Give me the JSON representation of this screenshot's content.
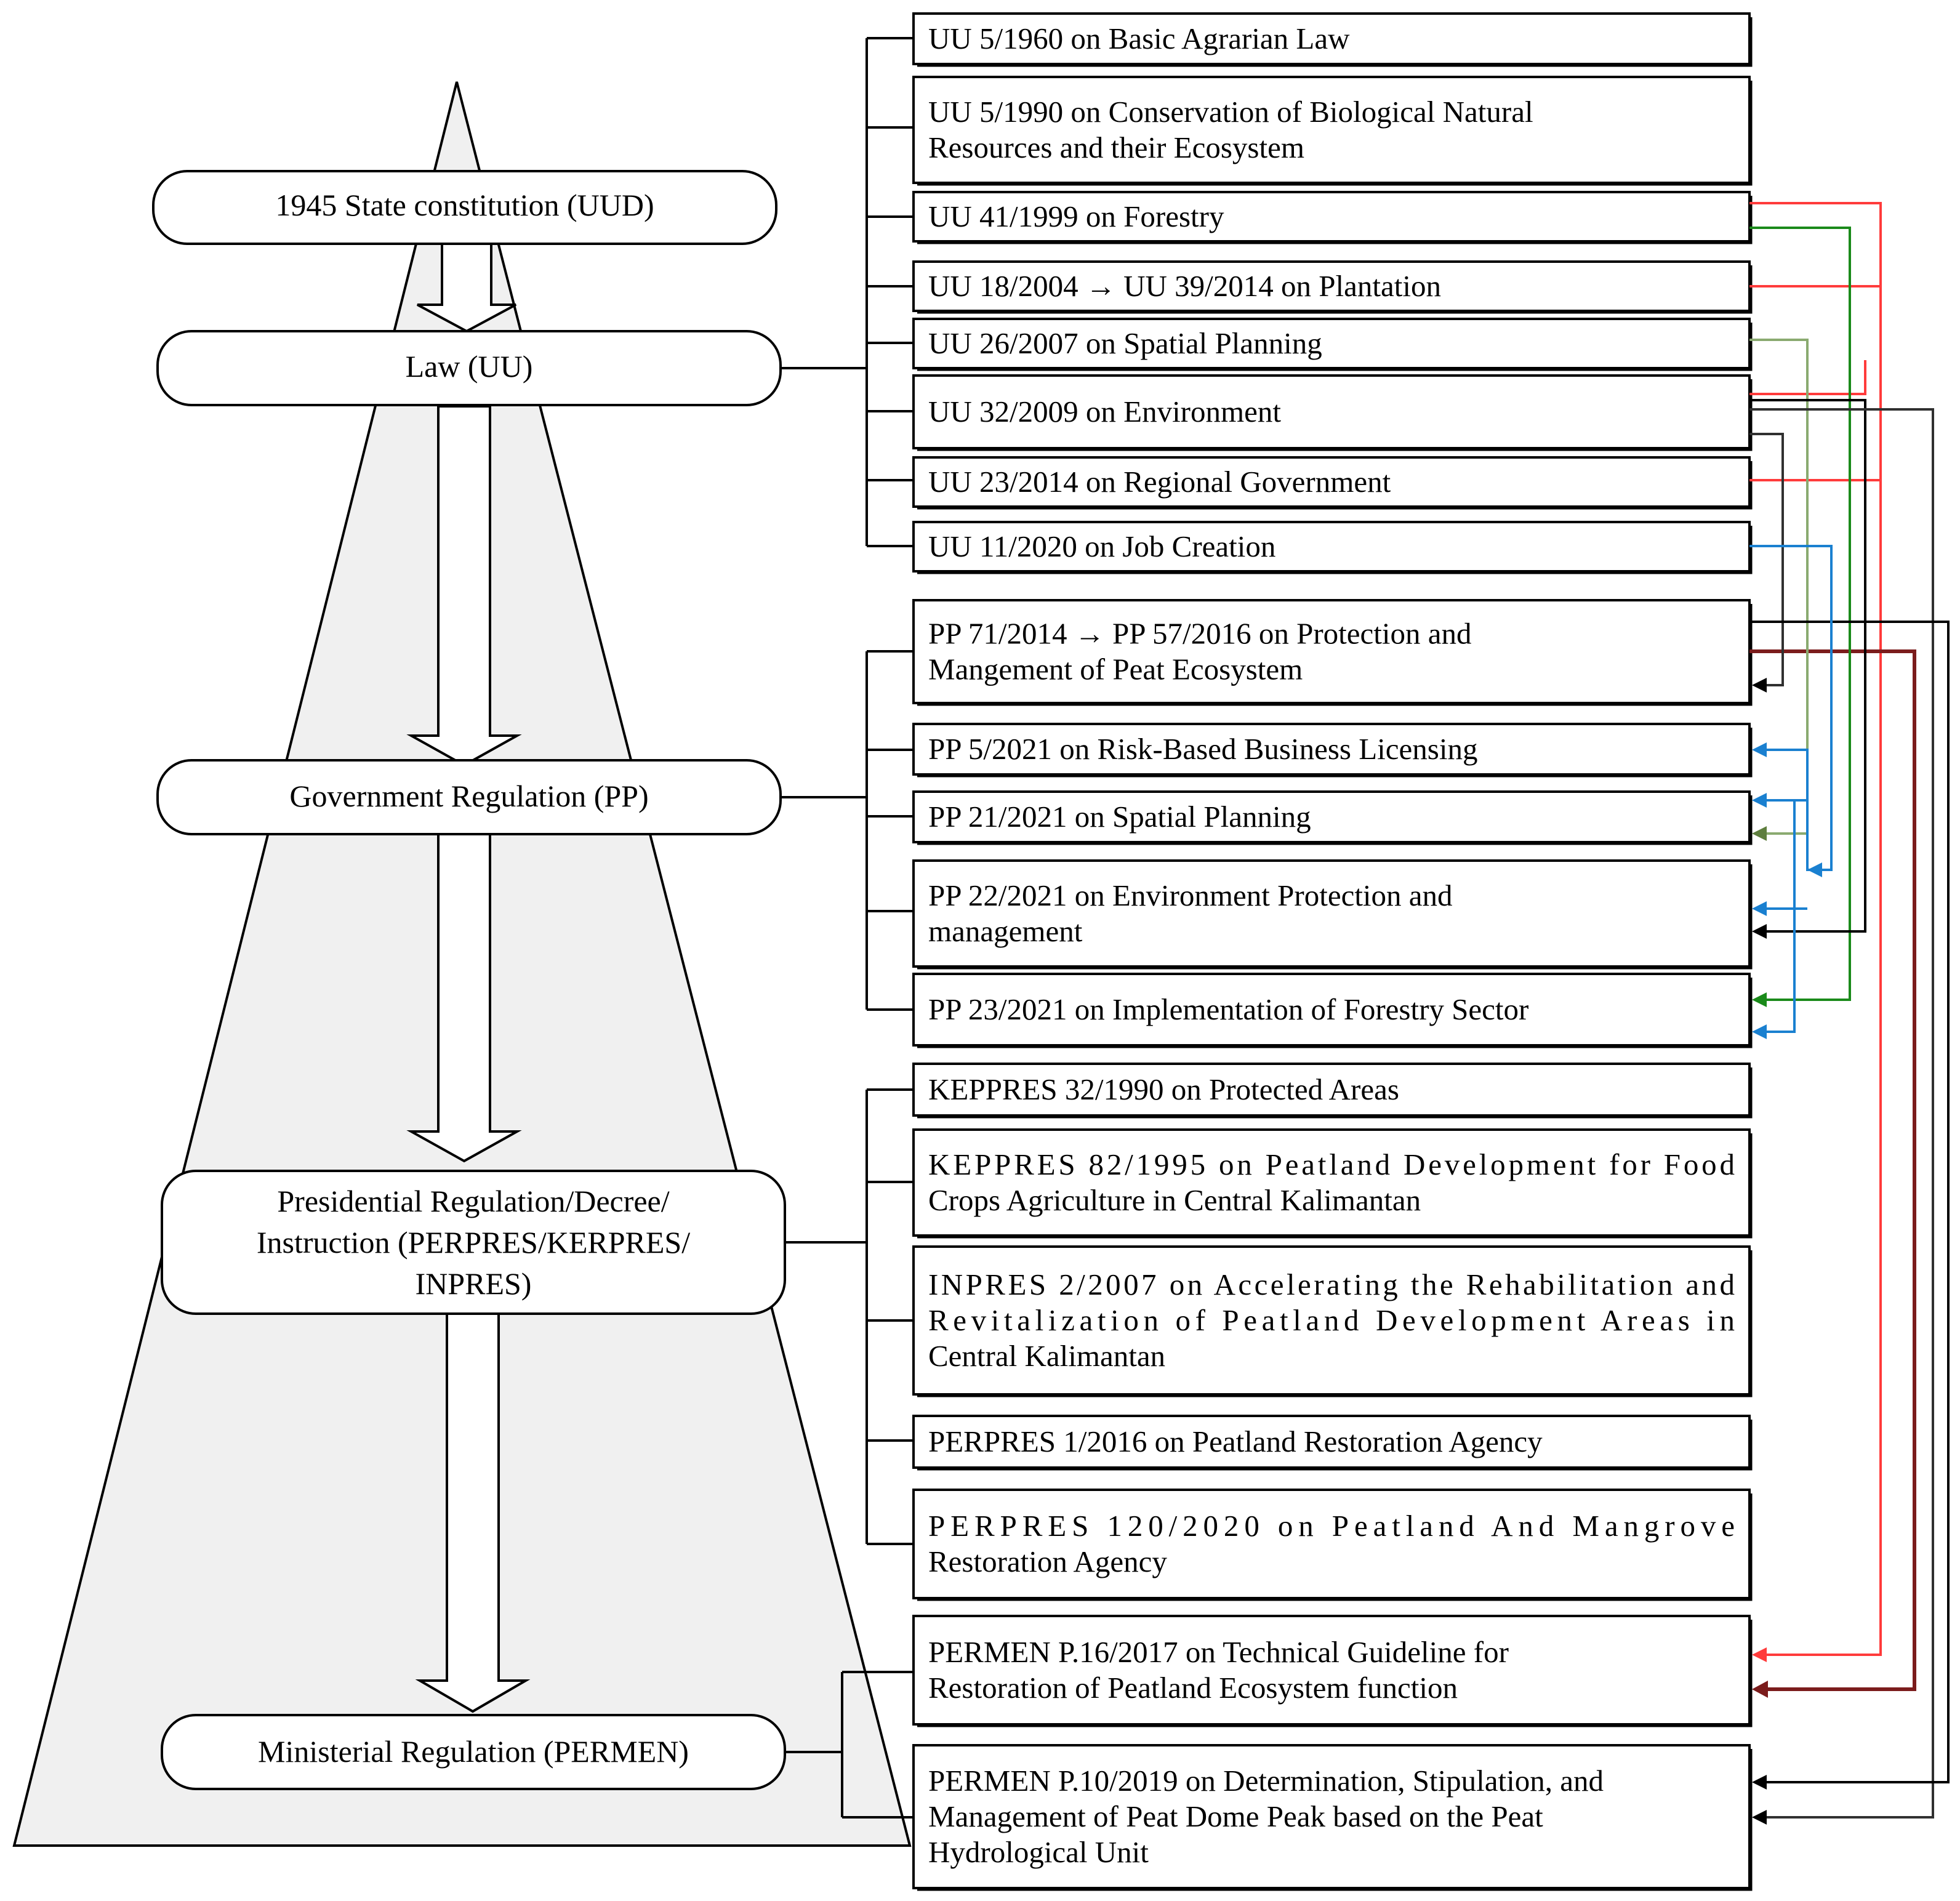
{
  "hierarchy_levels": [
    {
      "id": "uud",
      "label_lines": [
        "1945 State constitution (UUD)"
      ]
    },
    {
      "id": "uu",
      "label_lines": [
        "Law (UU)"
      ]
    },
    {
      "id": "pp",
      "label_lines": [
        "Government Regulation (PP)"
      ]
    },
    {
      "id": "perpres",
      "label_lines": [
        "Presidential Regulation/Decree/",
        "Instruction (PERPRES/KERPRES/",
        "INPRES)"
      ]
    },
    {
      "id": "permen",
      "label_lines": [
        "Ministerial Regulation (PERMEN)"
      ]
    }
  ],
  "regulations": [
    {
      "id": "uu5_1960",
      "level": "uu",
      "lines": [
        "UU 5/1960 on Basic Agrarian Law"
      ]
    },
    {
      "id": "uu5_1990",
      "level": "uu",
      "lines": [
        "UU 5/1990 on Conservation of Biological Natural",
        "Resources and their Ecosystem"
      ]
    },
    {
      "id": "uu41_1999",
      "level": "uu",
      "lines": [
        "UU 41/1999 on Forestry"
      ]
    },
    {
      "id": "uu18_2004",
      "level": "uu",
      "lines": [
        "UU 18/2004 → UU 39/2014 on Plantation"
      ]
    },
    {
      "id": "uu26_2007",
      "level": "uu",
      "lines": [
        "UU 26/2007 on Spatial Planning"
      ]
    },
    {
      "id": "uu32_2009",
      "level": "uu",
      "lines": [
        "UU 32/2009 on Environment"
      ]
    },
    {
      "id": "uu23_2014",
      "level": "uu",
      "lines": [
        "UU 23/2014 on Regional Government"
      ]
    },
    {
      "id": "uu11_2020",
      "level": "uu",
      "lines": [
        "UU 11/2020 on Job Creation"
      ]
    },
    {
      "id": "pp71_2014",
      "level": "pp",
      "lines": [
        "PP 71/2014 → PP 57/2016 on Protection and",
        "Mangement of Peat Ecosystem"
      ]
    },
    {
      "id": "pp5_2021",
      "level": "pp",
      "lines": [
        "PP 5/2021 on Risk-Based Business Licensing"
      ]
    },
    {
      "id": "pp21_2021",
      "level": "pp",
      "lines": [
        "PP 21/2021 on Spatial Planning"
      ]
    },
    {
      "id": "pp22_2021",
      "level": "pp",
      "lines": [
        "PP 22/2021 on Environment Protection and",
        "management"
      ]
    },
    {
      "id": "pp23_2021",
      "level": "pp",
      "lines": [
        "PP 23/2021 on Implementation of Forestry Sector"
      ]
    },
    {
      "id": "keppres32_1990",
      "level": "perpres",
      "lines": [
        "KEPPRES 32/1990 on Protected Areas"
      ]
    },
    {
      "id": "keppres82_1995",
      "level": "perpres",
      "lines": [
        "KEPPRES 82/1995 on Peatland Development for Food",
        "Crops Agriculture in Central Kalimantan"
      ]
    },
    {
      "id": "inpres2_2007",
      "level": "perpres",
      "lines": [
        "INPRES 2/2007 on Accelerating the Rehabilitation and",
        "Revitalization of Peatland Development Areas in",
        "Central Kalimantan"
      ]
    },
    {
      "id": "perpres1_2016",
      "level": "perpres",
      "lines": [
        "PERPRES 1/2016 on Peatland Restoration Agency"
      ]
    },
    {
      "id": "perpres120_2020",
      "level": "perpres",
      "lines": [
        "PERPRES 120/2020 on Peatland And Mangrove",
        "Restoration Agency"
      ]
    },
    {
      "id": "permen16_2017",
      "level": "permen",
      "lines": [
        "PERMEN P.16/2017 on Technical Guideline for",
        "Restoration of Peatland Ecosystem function"
      ]
    },
    {
      "id": "permen10_2019",
      "level": "permen",
      "lines": [
        "PERMEN P.10/2019 on Determination, Stipulation, and",
        "Management of Peat Dome Peak based on the Peat",
        "Hydrological Unit"
      ]
    }
  ],
  "colors": {
    "pyramid_fill": "#f0f0f0",
    "outline": "#000000",
    "red": "#ff3b3b",
    "dark_red": "#7b1c1c",
    "green": "#1a8a1a",
    "olive_green": "#5e7e3e",
    "light_green": "#8aaa70",
    "blue": "#1a80d0",
    "dark_gray": "#303030",
    "black": "#000000"
  }
}
